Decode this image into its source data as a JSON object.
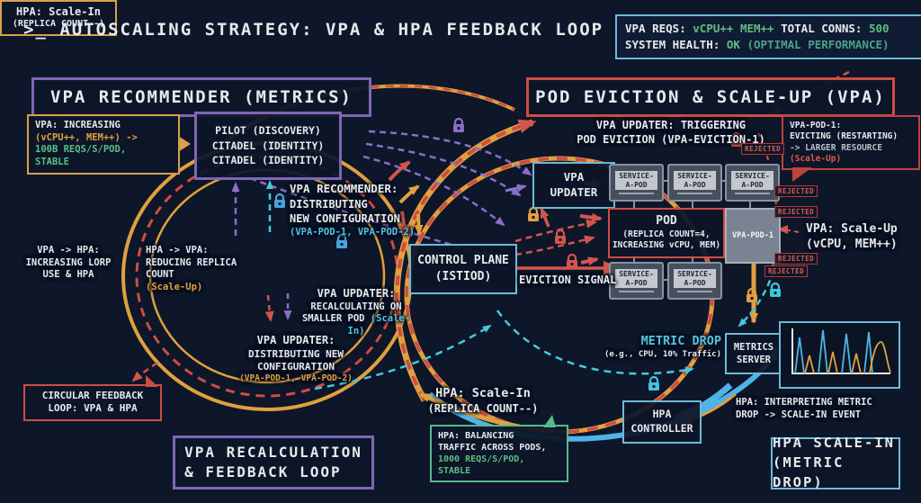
{
  "title": ">_ AUTOSCALING STRATEGY: VPA & HPA FEEDBACK LOOP",
  "status_panel": {
    "vpa_reqs_label": "VPA REQS:",
    "vpa_reqs_value": "vCPU++ MEM++",
    "total_conns_label": "TOTAL CONNS:",
    "total_conns_value": "500",
    "system_health_label": "SYSTEM HEALTH:",
    "system_health_value": "OK",
    "system_health_detail": "(OPTIMAL PERFORMANCE)"
  },
  "headers": {
    "vpa_recommender": "VPA RECOMMENDER (METRICS)",
    "pod_eviction": "POD EVICTION & SCALE-UP (VPA)",
    "vpa_recalculation_line1": "VPA RECALCULATION",
    "vpa_recalculation_line2": "& FEEDBACK LOOP",
    "hpa_scale_in_line1": "HPA SCALE-IN",
    "hpa_scale_in_line2": "(METRIC DROP)"
  },
  "callouts": {
    "vpa_increasing": {
      "line1": "VPA: INCREASING",
      "line2": "(vCPU++, MEM++) ->",
      "line3": "100B REQS/S/POD,",
      "line4": "STABLE"
    },
    "vpa_pod1_evicting": {
      "line1": "VPA-POD-1:",
      "line2": "EVICTING (RESTARTING)",
      "line3": "-> LARGER RESOURCE",
      "line4": "(Scale-Up)"
    },
    "hpa_balancing": {
      "line1": "HPA: BALANCING",
      "line2": "TRAFFIC ACROSS PODS,",
      "line3": "1000 REQS/S/POD,",
      "line4": "STABLE"
    },
    "circular_loop": {
      "line1": "CIRCULAR FEEDBACK",
      "line2": "LOOP: VPA & HPA"
    }
  },
  "nodes": {
    "pilot": {
      "line1": "PILOT (DISCOVERY)",
      "line2": "CITADEL (IDENTITY)",
      "line3": "CITADEL (IDENTITY)"
    },
    "control_plane": {
      "line1": "CONTROL PLANE",
      "line2": "(ISTIOD)"
    },
    "vpa_updater": {
      "line1": "VPA",
      "line2": "UPDATER"
    },
    "service_pod": {
      "line1": "SERVICE-",
      "line2": "A-POD"
    },
    "pod": {
      "line1": "POD",
      "line2": "(REPLICA COUNT=4,",
      "line3": "INCREASING vCPU, MEM)"
    },
    "vpa_pod1": "VPA-POD-1",
    "metrics_server": {
      "line1": "METRICS",
      "line2": "SERVER"
    },
    "hpa_controller": {
      "line1": "HPA",
      "line2": "CONTROLLER"
    }
  },
  "labels": {
    "recommender_note": {
      "line1": "VPA RECOMMENDER:",
      "line2": "DISTRIBUTING",
      "line3": "NEW CONFIGURATION",
      "line4": "(VPA-POD-1, VPA-POD-2)"
    },
    "updater_trigger": {
      "line1": "VPA UPDATER: TRIGGERING",
      "line2": "POD EVICTION (VPA-EVICTION-1)"
    },
    "eviction_signal": "EVICTION SIGNAL",
    "rejected": "REJECTED",
    "vpa_scale_up": {
      "line1": "VPA: Scale-Up",
      "line2": "(vCPU, MEM++)"
    },
    "metric_drop": {
      "line1": "METRIC DROP",
      "line2": "(e.g., CPU, 10% Traffic)"
    },
    "hpa_interpreting": {
      "line1": "HPA: INTERPRETING METRIC",
      "line2": "DROP -> SCALE-IN EVENT"
    },
    "hpa_scale_in_box": {
      "line1": "HPA: Scale-In",
      "line2": "(REPLICA COUNT--)"
    },
    "hpa_scale_in_text": {
      "line1": "HPA: Scale-In",
      "line2": "(REPLICA COUNT--)"
    },
    "vpa_to_hpa": {
      "line1": "VPA -> HPA:",
      "line2": "INCREASING LORP",
      "line3": "USE & HPA"
    },
    "hpa_to_vpa": {
      "line1": "HPA -> VPA:",
      "line2": "REDUCING REPLICA",
      "line3": "COUNT",
      "line4": "(Scale-Up)"
    },
    "updater_recalc": {
      "line1": "VPA UPDATER:",
      "line2": "RECALCULATING ON",
      "line3a": "SMALLER POD ",
      "line3b": "(Scale-In)"
    },
    "updater_distrib": {
      "line1": "VPA UPDATER:",
      "line2": "DISTRIBUTING NEW",
      "line3": "CONFIGURATION",
      "line4": "(VPA-POD-1, VPA-POD-2)"
    }
  },
  "icons": {
    "padlock": "padlock-icon"
  },
  "colors": {
    "background": "#0d1729",
    "orange": "#e0a03f",
    "red": "#d4554d",
    "green": "#5fbe82",
    "teal": "#4da08c",
    "purple": "#8a6fc8",
    "blue": "#4fb3e8",
    "cyan": "#49c7dd",
    "border_blue": "#6fb9d8",
    "gray_pod": "#7a8391"
  }
}
